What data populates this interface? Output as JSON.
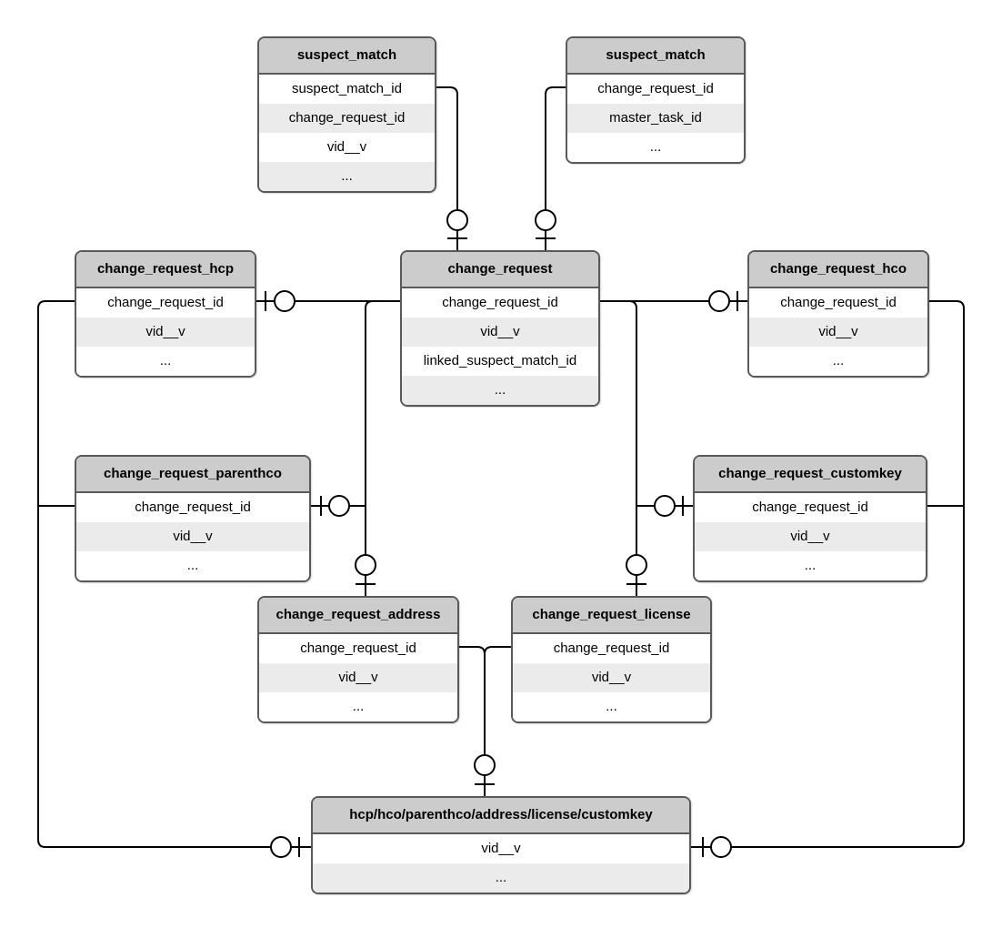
{
  "diagram": {
    "type": "entity-relationship",
    "notation": "crow-foot-zero-or-one",
    "colors": {
      "background": "#ffffff",
      "table_header_fill": "#cccccc",
      "table_row_fill": "#ffffff",
      "table_row_alt_fill": "#ebebeb",
      "table_border": "#595959",
      "edge_line": "#000000"
    },
    "tables": {
      "suspect_match_left": {
        "title": "suspect_match",
        "columns": [
          "suspect_match_id",
          "change_request_id",
          "vid__v",
          "..."
        ]
      },
      "suspect_match_right": {
        "title": "suspect_match",
        "columns": [
          "change_request_id",
          "master_task_id",
          "..."
        ]
      },
      "change_request_hcp": {
        "title": "change_request_hcp",
        "columns": [
          "change_request_id",
          "vid__v",
          "..."
        ]
      },
      "change_request": {
        "title": "change_request",
        "columns": [
          "change_request_id",
          "vid__v",
          "linked_suspect_match_id",
          "..."
        ]
      },
      "change_request_hco": {
        "title": "change_request_hco",
        "columns": [
          "change_request_id",
          "vid__v",
          "..."
        ]
      },
      "change_request_parenthco": {
        "title": "change_request_parenthco",
        "columns": [
          "change_request_id",
          "vid__v",
          "..."
        ]
      },
      "change_request_customkey": {
        "title": "change_request_customkey",
        "columns": [
          "change_request_id",
          "vid__v",
          "..."
        ]
      },
      "change_request_address": {
        "title": "change_request_address",
        "columns": [
          "change_request_id",
          "vid__v",
          "..."
        ]
      },
      "change_request_license": {
        "title": "change_request_license",
        "columns": [
          "change_request_id",
          "vid__v",
          "..."
        ]
      },
      "entity_union": {
        "title": "hcp/hco/parenthco/address/license/customkey",
        "columns": [
          "vid__v",
          "..."
        ]
      }
    }
  }
}
